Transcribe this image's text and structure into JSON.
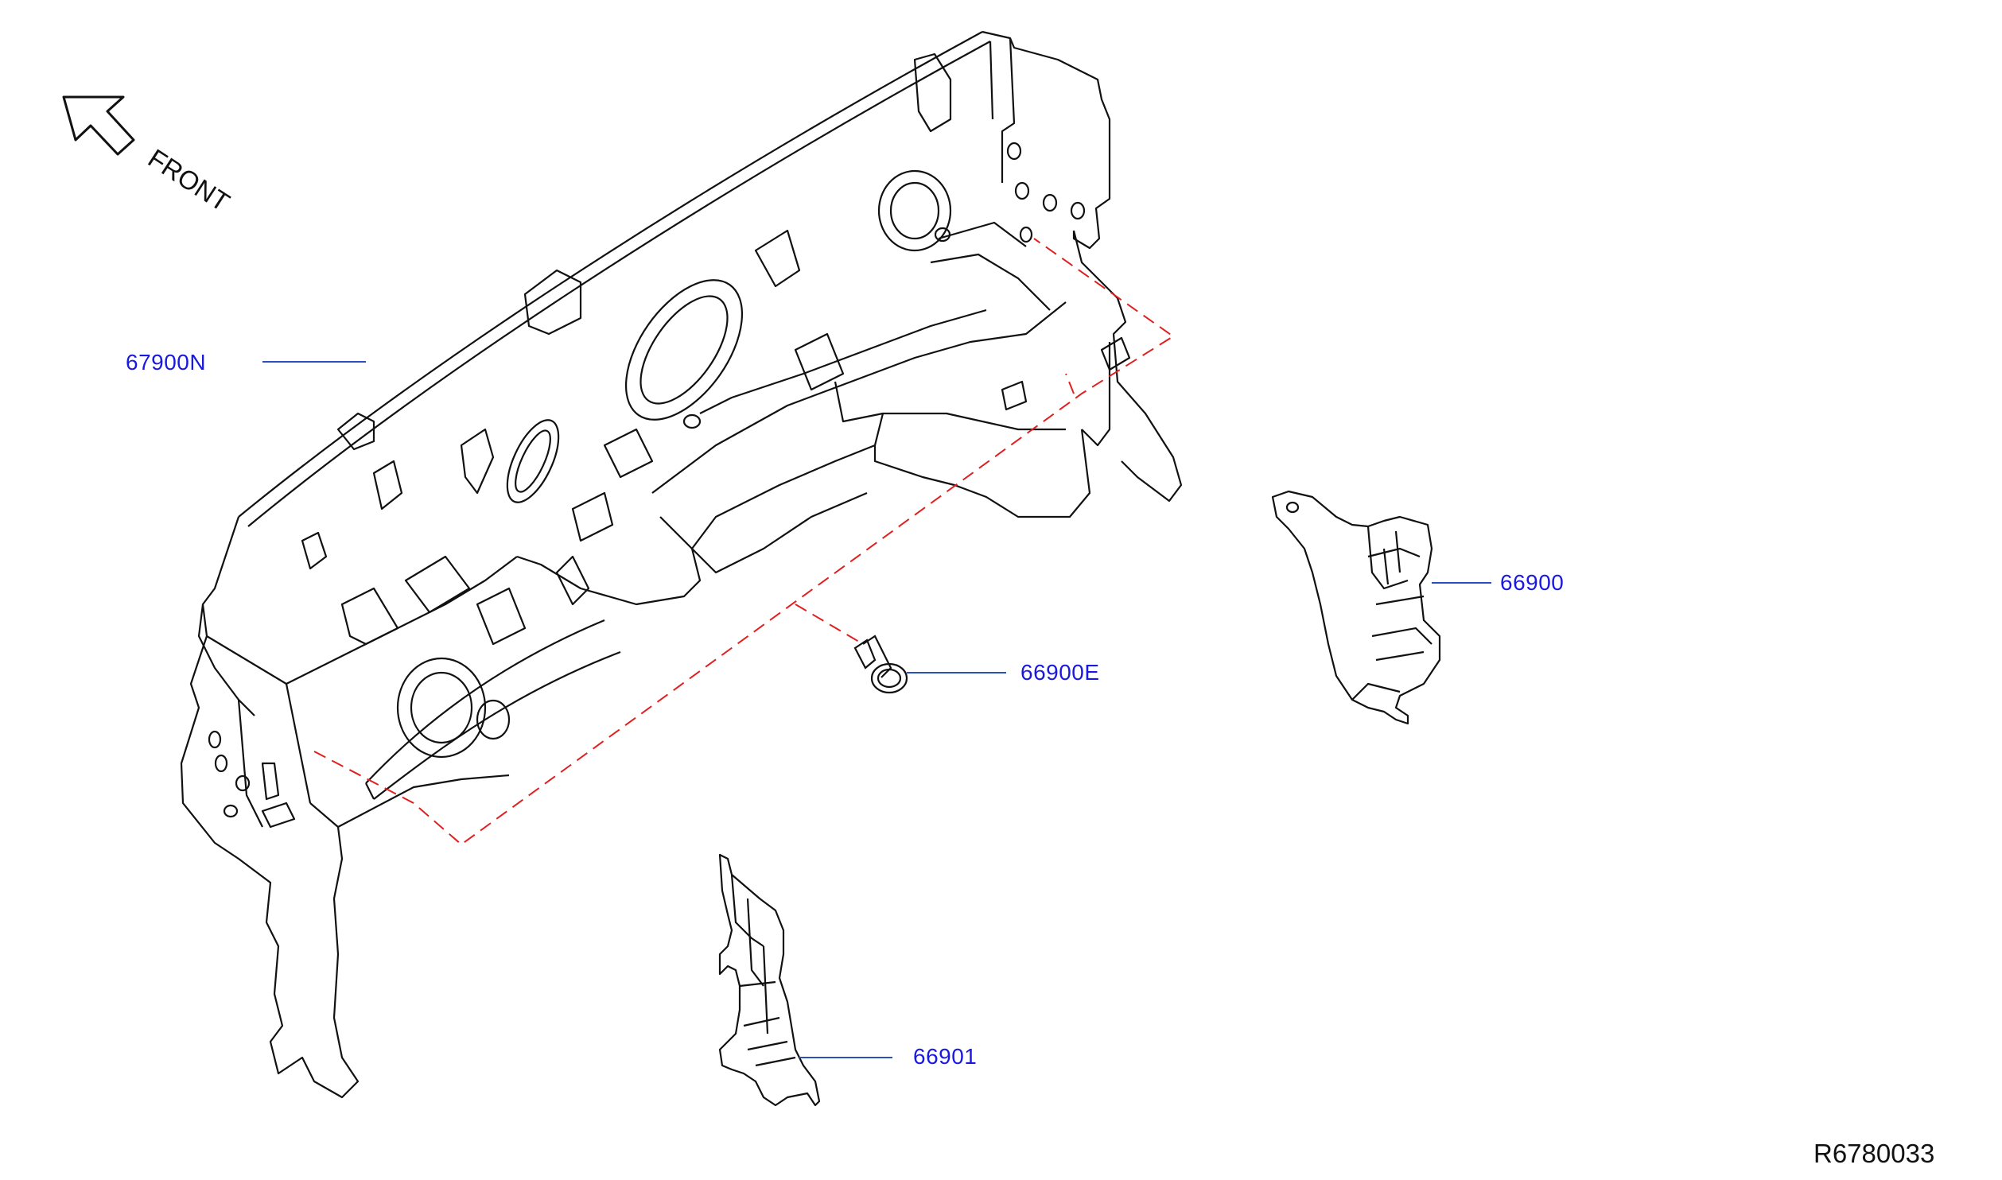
{
  "orientation": {
    "arrow_icon": "front-arrow-icon",
    "label": "FRONT"
  },
  "callouts": {
    "dash_insulator": "67900N",
    "clip": "66900E",
    "right_bracket": "66900",
    "left_bracket": "66901"
  },
  "reference_code": "R6780033",
  "colors": {
    "line_art": "#111111",
    "callout_text": "#1a1adf",
    "leader_line": "#2a4fbf",
    "phantom_line": "#e02020"
  }
}
